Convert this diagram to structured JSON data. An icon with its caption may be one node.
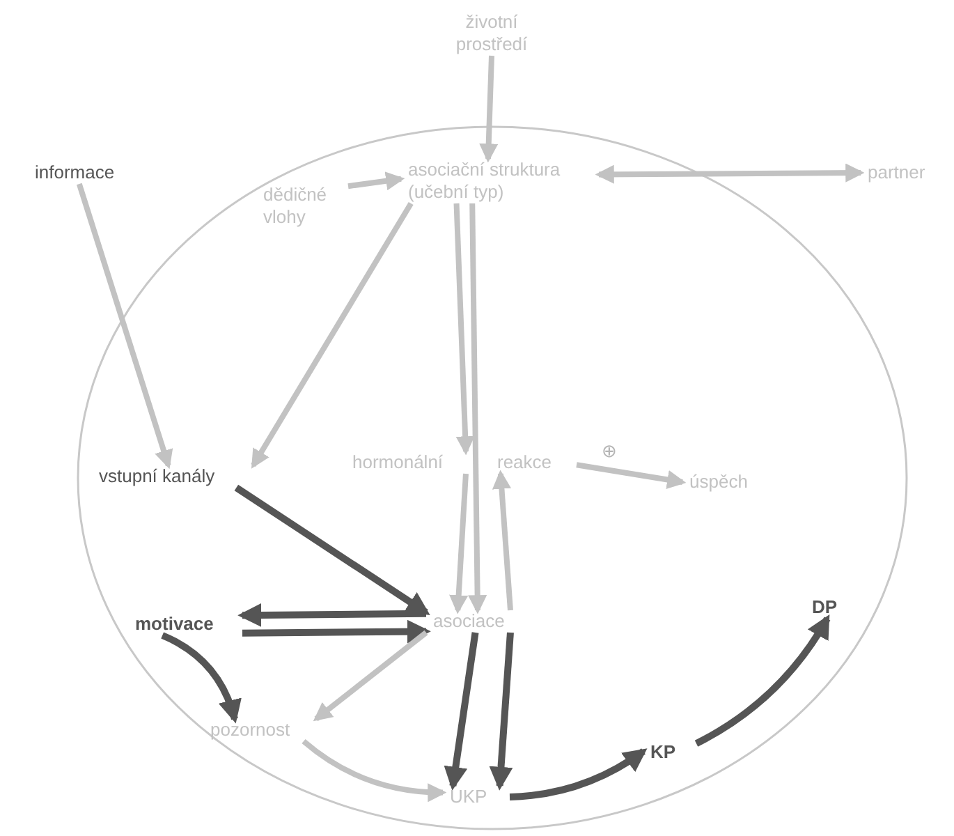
{
  "diagram": {
    "nodes": [
      {
        "text": [],
        "shape": "circle"
      },
      {
        "text": [
          "životní prostředí"
        ]
      },
      {
        "text": [
          "informace"
        ]
      },
      {
        "text": [
          "dědičné vlohy"
        ],
        "in": 0
      },
      {
        "text": [
          "asociační struktura (učební typ)"
        ],
        "in": 0
      },
      {
        "text": [
          "partner"
        ]
      },
      {
        "text": [
          "hormonální"
        ],
        "in": 0
      },
      {
        "text": [
          "reakce"
        ],
        "in": 0
      },
      {
        "text": [
          "úspěch"
        ],
        "in": 0
      },
      {
        "text": [
          "vstupní kanály"
        ],
        "in": 0
      },
      {
        "text": [
          "asociace"
        ],
        "in": 0
      },
      {
        "text": [
          "motivace"
        ],
        "in": 0
      },
      {
        "text": [
          "pozornost"
        ],
        "in": 0
      },
      {
        "text": [
          "UKP"
        ],
        "in": 0
      },
      {
        "text": [
          "KP"
        ],
        "in": 0
      },
      {
        "text": [
          "DP"
        ],
        "in": 0
      }
    ],
    "edges": [
      {
        "from": 1,
        "to": 4,
        "arrow": "to"
      },
      {
        "from": 3,
        "to": 4,
        "arrow": "to"
      },
      {
        "from": 4,
        "to": 5,
        "arrow": "both"
      },
      {
        "from": 2,
        "to": 9,
        "arrow": "to"
      },
      {
        "from": 4,
        "to": 9,
        "arrow": "to"
      },
      {
        "from": 4,
        "to": 6,
        "arrow": "to"
      },
      {
        "from": 4,
        "to": 10,
        "arrow": "to"
      },
      {
        "from": 6,
        "to": 10,
        "arrow": "to"
      },
      {
        "from": 10,
        "to": 7,
        "arrow": "to"
      },
      {
        "from": 7,
        "to": 8,
        "arrow": "to",
        "label": "⊕"
      },
      {
        "from": 9,
        "to": 10,
        "arrow": "to",
        "color": "#555555"
      },
      {
        "from": 10,
        "to": 11,
        "arrow": "to",
        "color": "#555555"
      },
      {
        "from": 11,
        "to": 10,
        "arrow": "to",
        "color": "#555555"
      },
      {
        "from": 11,
        "to": 12,
        "arrow": "to",
        "color": "#555555"
      },
      {
        "from": 10,
        "to": 12,
        "arrow": "to"
      },
      {
        "from": 12,
        "to": 13,
        "arrow": "to"
      },
      {
        "from": 10,
        "to": 13,
        "arrow": "to",
        "color": "#555555"
      },
      {
        "from": 10,
        "to": 13,
        "arrow": "to",
        "color": "#555555"
      },
      {
        "from": 13,
        "to": 14,
        "arrow": "to",
        "color": "#555555"
      },
      {
        "from": 14,
        "to": 15,
        "arrow": "to",
        "color": "#555555"
      }
    ]
  }
}
